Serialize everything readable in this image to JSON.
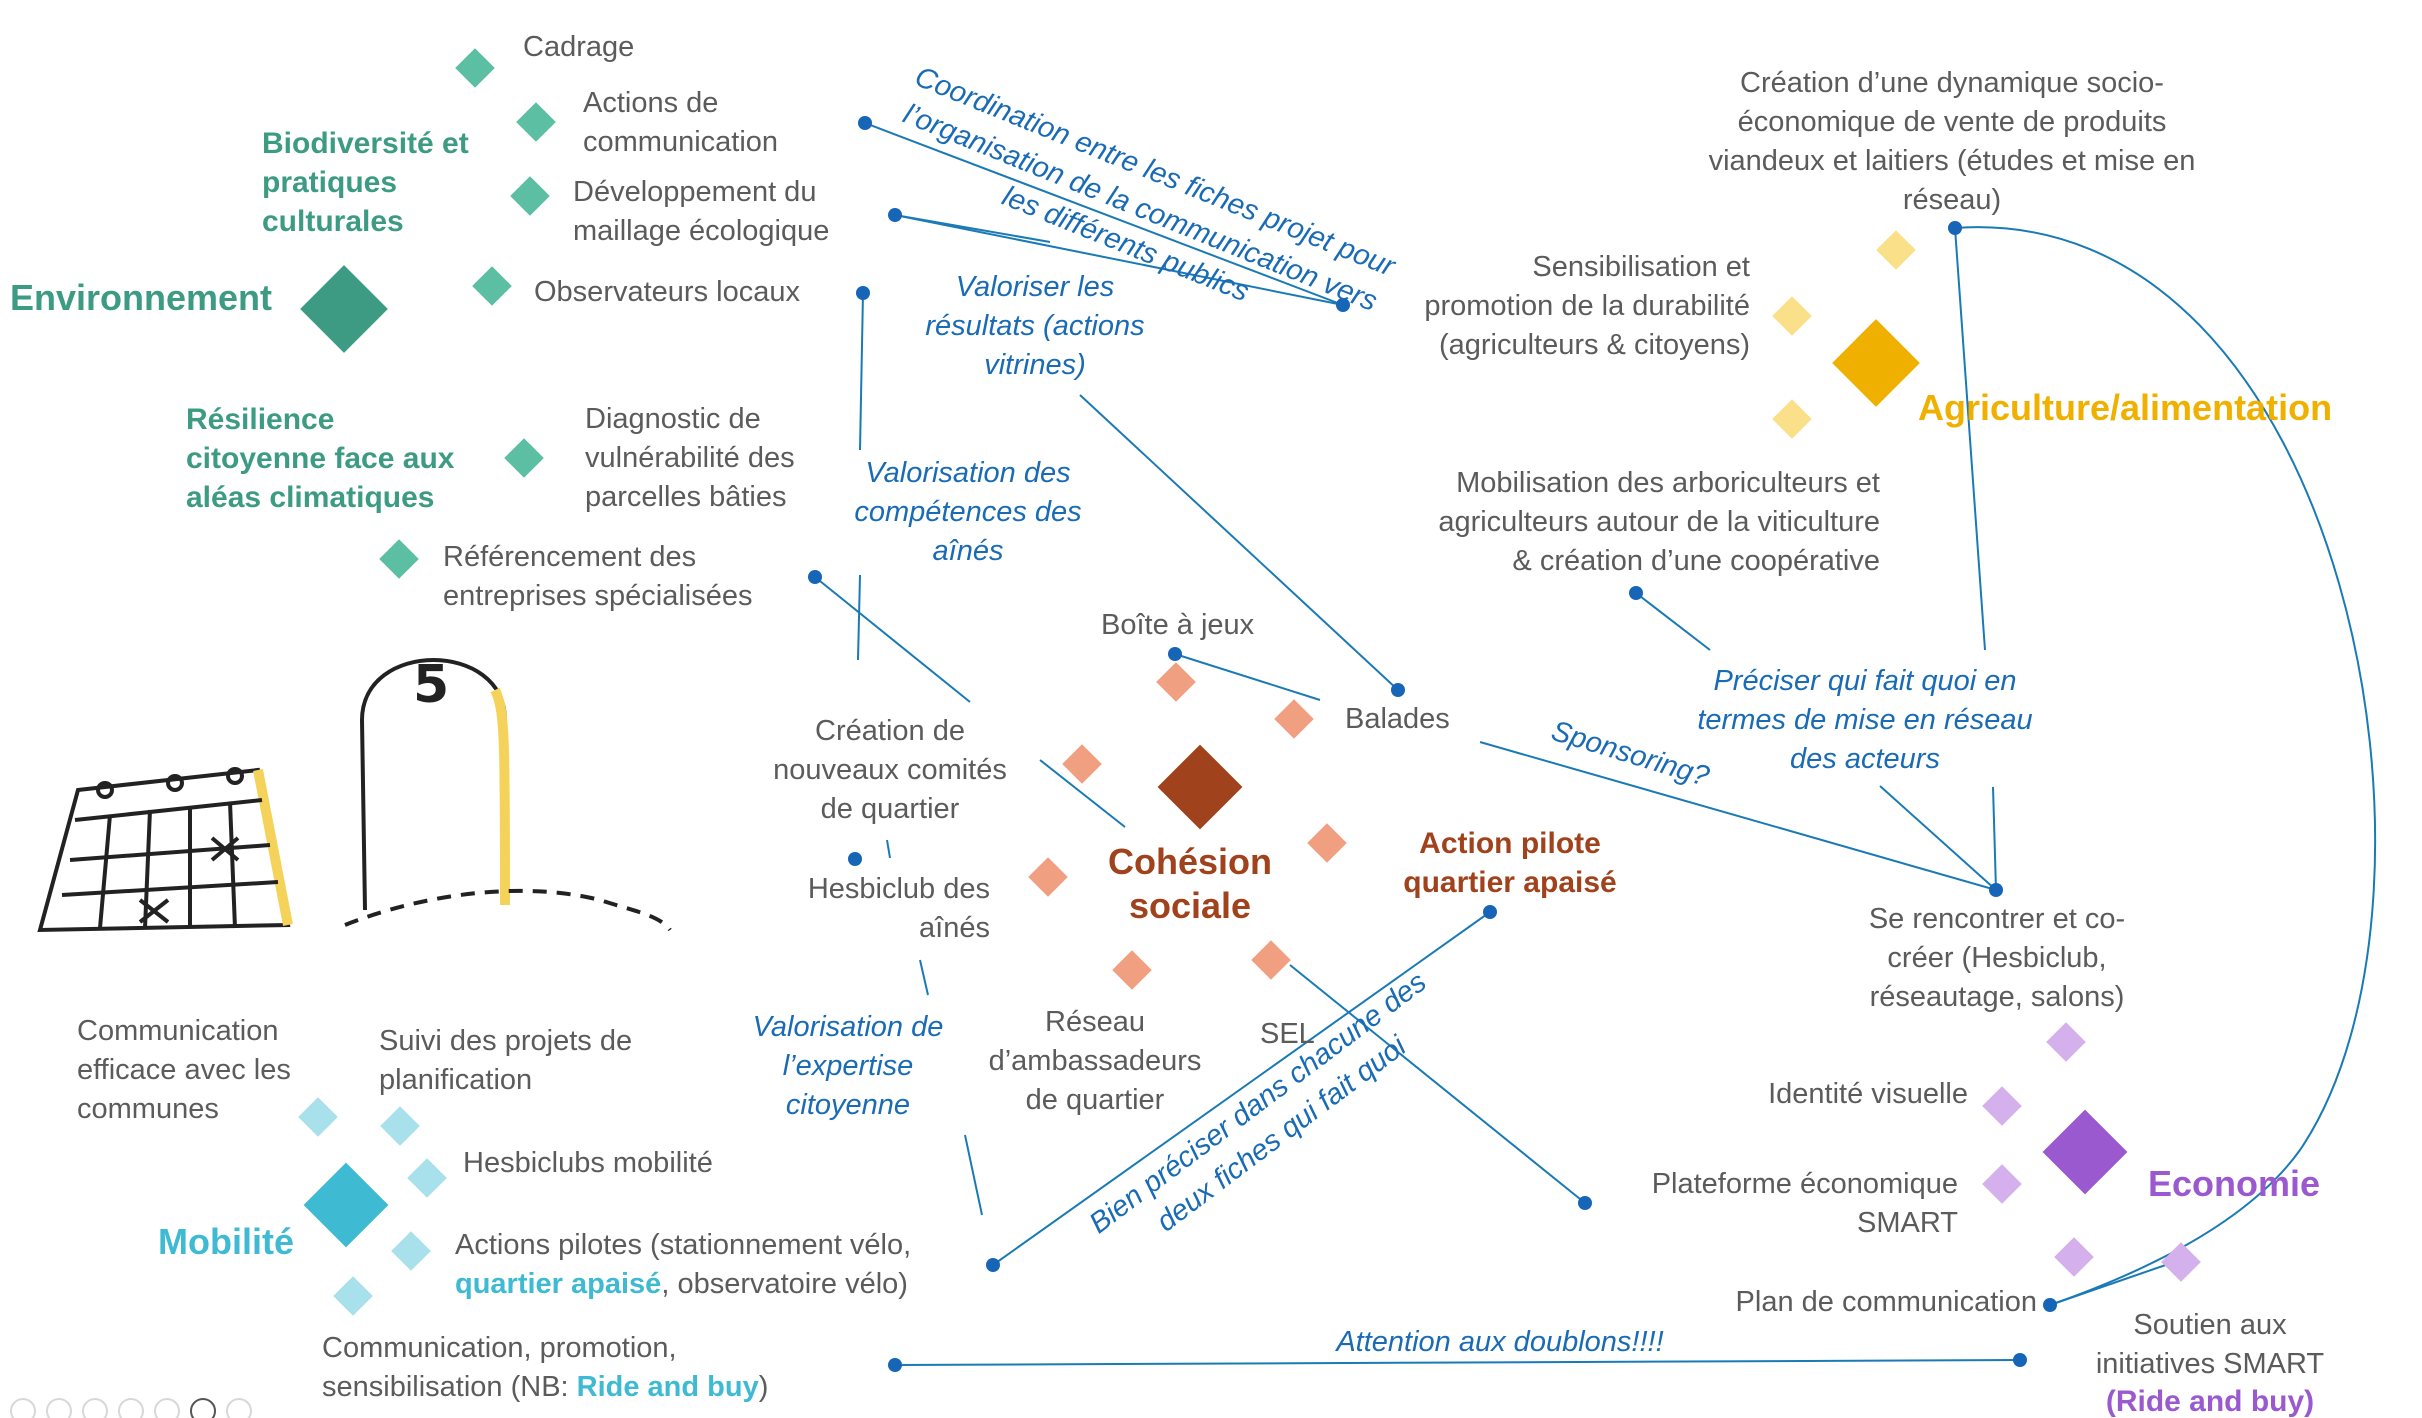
{
  "colors": {
    "environnement": "#3d9b84",
    "environnement_light": "#5cbfa3",
    "agriculture": "#f0b000",
    "agriculture_light": "#fbe08a",
    "cohesion": "#a0421c",
    "cohesion_light": "#f0a080",
    "economie": "#9b59cf",
    "economie_light": "#d4b0ec",
    "mobilite": "#3fbad3",
    "mobilite_light": "#a8e0ec",
    "annotation": "#1a6bb5",
    "connector_line": "#1a7ab5",
    "dot": "#1765b6",
    "text": "#5b5b5b"
  },
  "environnement": {
    "title": "Environnement",
    "biodiversite_title": "Biodiversité et\npratiques\nculturales",
    "resilience_title": "Résilience\ncitoyenne face aux\naléas climatiques",
    "items": {
      "cadrage": "Cadrage",
      "actions_communication": "Actions de\ncommunication",
      "maillage": "Développement du\nmaillage écologique",
      "observateurs": "Observateurs locaux",
      "diagnostic": "Diagnostic de\nvulnérabilité des\nparcelles bâties",
      "referencement": "Référencement des\nentreprises spécialisées"
    }
  },
  "agriculture": {
    "title": "Agriculture/alimentation",
    "items": {
      "dynamique": "Création d’une dynamique socio-\néconomique de vente de produits\nviandeux et laitiers (études et mise en\nréseau)",
      "sensibilisation": "Sensibilisation et\npromotion de la durabilité\n(agriculteurs & citoyens)",
      "mobilisation": "Mobilisation des arboriculteurs et\nagriculteurs autour de la viticulture\n& création d’une coopérative"
    }
  },
  "cohesion": {
    "title": "Cohésion\nsociale",
    "action_pilote": "Action pilote\nquartier apaisé",
    "items": {
      "boite": "Boîte à jeux",
      "balades": "Balades",
      "comites": "Création de\nnouveaux comités\nde quartier",
      "hesbiclub_aines": "Hesbiclub des\naînés",
      "reseau": "Réseau\nd’ambassadeurs\nde quartier",
      "sel": "SEL"
    }
  },
  "economie": {
    "title": "Economie",
    "items": {
      "rencontrer": "Se rencontrer et co-\ncréer (Hesbiclub,\nréseautage, salons)",
      "identite": "Identité visuelle",
      "plateforme": "Plateforme économique\nSMART",
      "plan": "Plan de communication",
      "soutien": "Soutien aux\ninitiatives SMART",
      "ride_buy": "(Ride and buy)"
    }
  },
  "mobilite": {
    "title": "Mobilité",
    "items": {
      "communication_efficace": "Communication\nefficace avec les\ncommunes",
      "suivi": "Suivi des projets de\nplanification",
      "hesbiclubs": "Hesbiclubs mobilité",
      "actions_pilotes_1": "Actions pilotes (stationnement vélo,",
      "actions_pilotes_hl": "quartier apaisé",
      "actions_pilotes_2": ", observatoire vélo)",
      "communication_1": "Communication, promotion,",
      "communication_2": "sensibilisation (NB: ",
      "communication_hl": "Ride and buy",
      "communication_3": ")"
    }
  },
  "annotations": {
    "coordination": "Coordination entre les fiches projet pour\nl’organisation de la communication vers\nles différents publics",
    "valoriser": "Valoriser les\nrésultats (actions\nvitrines)",
    "valorisation_aines": "Valorisation des\ncompétences des\naînés",
    "valorisation_expertise": "Valorisation de\nl’expertise\ncitoyenne",
    "preciser": "Préciser qui fait quoi en\ntermes de mise en réseau\ndes acteurs",
    "sponsoring": "Sponsoring?",
    "bien_preciser": "Bien préciser dans chacune des\ndeux fiches qui fait quoi",
    "doublons": "Attention aux doublons!!!!"
  },
  "illustration": {
    "milestone_number": "5"
  }
}
